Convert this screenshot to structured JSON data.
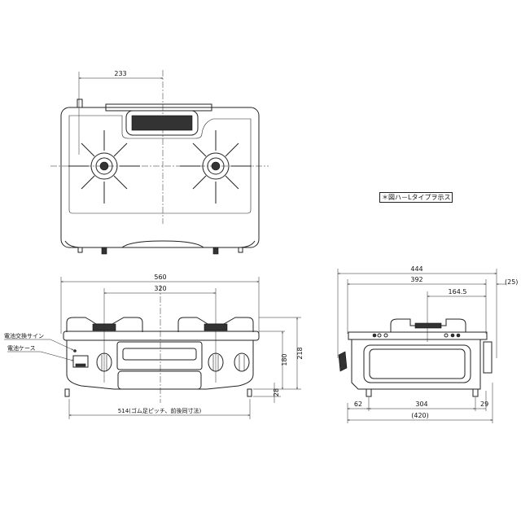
{
  "note": "＊図ハ－Lタイプヲ示ス",
  "top_view": {
    "dim_burner_offset": "233"
  },
  "front_view": {
    "dim_width": "560",
    "dim_burner_pitch": "320",
    "dim_height_body": "180",
    "dim_height_total": "218",
    "dim_foot": "28",
    "dim_foot_pitch": "514(ゴム足ピッチ、前後同寸法)",
    "label_battery_sign": "電池交換サイン",
    "label_battery_case": "電池ケース"
  },
  "side_view": {
    "dim_depth_total": "444",
    "dim_depth_top": "392",
    "dim_clearance": "(25)",
    "dim_burner_center": "164.5",
    "dim_foot_front": "62",
    "dim_foot_pitch": "304",
    "dim_foot_rear": "29",
    "dim_body_depth": "(420)"
  }
}
